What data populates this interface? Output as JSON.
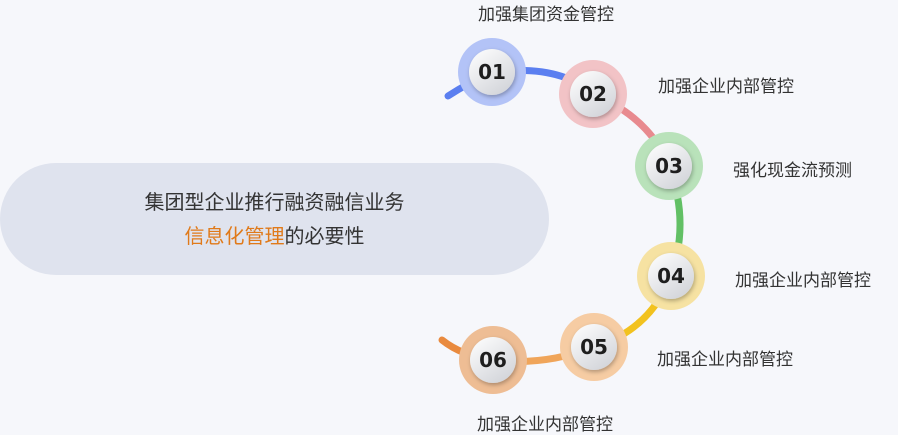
{
  "center": {
    "line1": "集团型企业推行融资融信业务",
    "highlight": "信息化管理",
    "rest": "的必要性"
  },
  "steps": [
    {
      "number": "01",
      "label": "加强集团资金管控",
      "color": "#5b7ff0",
      "halo": "#b3c3f7"
    },
    {
      "number": "02",
      "label": "加强企业内部管控",
      "color": "#e88a8f",
      "halo": "#f2c3c6"
    },
    {
      "number": "03",
      "label": "强化现金流预测",
      "color": "#62c065",
      "halo": "#b9e2ba"
    },
    {
      "number": "04",
      "label": "加强企业内部管控",
      "color": "#f2c21f",
      "halo": "#f6e2a2"
    },
    {
      "number": "05",
      "label": "加强企业内部管控",
      "color": "#f0a55a",
      "halo": "#f6cca3"
    },
    {
      "number": "06",
      "label": "加强企业内部管控",
      "color": "#e98a3e",
      "halo": "#eebd94"
    }
  ]
}
